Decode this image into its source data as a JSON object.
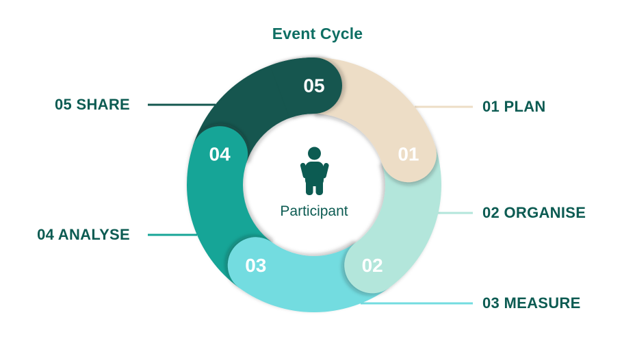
{
  "title": "Event Cycle",
  "center": {
    "label": "Participant",
    "icon": "person-icon"
  },
  "colors": {
    "background": "#FFFFFF",
    "title_text": "#0E6E63",
    "label_text": "#0C5B52",
    "center_text": "#0C5B52",
    "number_text": "#FFFFFF"
  },
  "chart_data": {
    "type": "cycle-donut",
    "title": "Event Cycle",
    "center_label": "Participant",
    "direction": "clockwise",
    "segments": [
      {
        "number": "01",
        "name": "PLAN",
        "label": "01 PLAN",
        "color": "#EDDDC6",
        "start_deg": 0,
        "end_deg": 72,
        "label_side": "right"
      },
      {
        "number": "02",
        "name": "ORGANISE",
        "label": "02 ORGANISE",
        "color": "#B3E6DB",
        "start_deg": 72,
        "end_deg": 144,
        "label_side": "right"
      },
      {
        "number": "03",
        "name": "MEASURE",
        "label": "03 MEASURE",
        "color": "#73DCE0",
        "start_deg": 144,
        "end_deg": 216,
        "label_side": "right"
      },
      {
        "number": "04",
        "name": "ANALYSE",
        "label": "04 ANALYSE",
        "color": "#17A597",
        "start_deg": 216,
        "end_deg": 288,
        "label_side": "left"
      },
      {
        "number": "05",
        "name": "SHARE",
        "label": "05 SHARE",
        "color": "#14574F",
        "start_deg": 288,
        "end_deg": 360,
        "label_side": "left"
      }
    ]
  }
}
